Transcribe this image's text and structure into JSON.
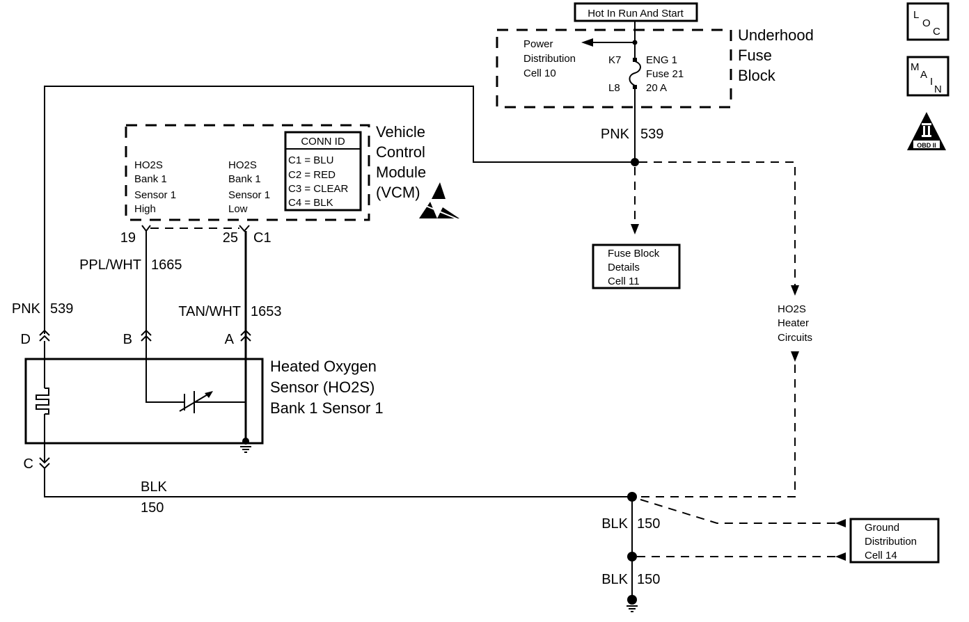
{
  "diagram": {
    "type": "wiring-schematic",
    "title": "Heated Oxygen Sensor (HO2S) Bank 1 Sensor 1 circuit",
    "power_source": {
      "label": "Hot In Run And Start"
    },
    "underhood_fuse_block": {
      "name_lines": [
        "Underhood",
        "Fuse",
        "Block"
      ],
      "power_distribution_lines": [
        "Power",
        "Distribution",
        "Cell 10"
      ],
      "fuse_lines": [
        "ENG 1",
        "Fuse 21",
        "20 A"
      ],
      "terminal_in": "K7",
      "terminal_out": "L8"
    },
    "vcm": {
      "name_lines": [
        "Vehicle",
        "Control",
        "Module",
        "(VCM)"
      ],
      "pin_high_lines": [
        "HO2S",
        "Bank 1",
        "Sensor 1",
        "High"
      ],
      "pin_low_lines": [
        "HO2S",
        "Bank 1",
        "Sensor 1",
        "Low"
      ],
      "conn_id": {
        "title": "CONN ID",
        "rows": [
          "C1 = BLU",
          "C2 = RED",
          "C3 = CLEAR",
          "C4 = BLK"
        ]
      },
      "pin_19": "19",
      "pin_25": "25",
      "connector": "C1"
    },
    "wires": [
      {
        "color": "PNK",
        "circuit": "539",
        "location": "fuse-output"
      },
      {
        "color": "PNK",
        "circuit": "539",
        "location": "sensor-heater-feed"
      },
      {
        "color": "PPL/WHT",
        "circuit": "1665",
        "location": "sensor-high"
      },
      {
        "color": "TAN/WHT",
        "circuit": "1653",
        "location": "sensor-low"
      },
      {
        "color": "BLK",
        "circuit": "150",
        "location": "heater-ground"
      },
      {
        "color": "BLK",
        "circuit": "150",
        "location": "ground-splice-1"
      },
      {
        "color": "BLK",
        "circuit": "150",
        "location": "ground-splice-2"
      }
    ],
    "sensor": {
      "name_lines": [
        "Heated Oxygen",
        "Sensor (HO2S)",
        "Bank 1 Sensor 1"
      ],
      "terminals": {
        "d": "D",
        "b": "B",
        "a": "A",
        "c": "C"
      }
    },
    "references": {
      "fuse_block_details": [
        "Fuse Block",
        "Details",
        "Cell 11"
      ],
      "ho2s_heater_circuits": [
        "HO2S",
        "Heater",
        "Circuits"
      ],
      "ground_distribution": [
        "Ground",
        "Distribution",
        "Cell 14"
      ]
    },
    "icons": {
      "loc": [
        "L",
        "O",
        "C"
      ],
      "main": [
        "M",
        "A",
        "I",
        "N"
      ],
      "obd": {
        "numeral": "II",
        "label": "OBD II"
      },
      "esd": "esd-warning-icon"
    }
  }
}
